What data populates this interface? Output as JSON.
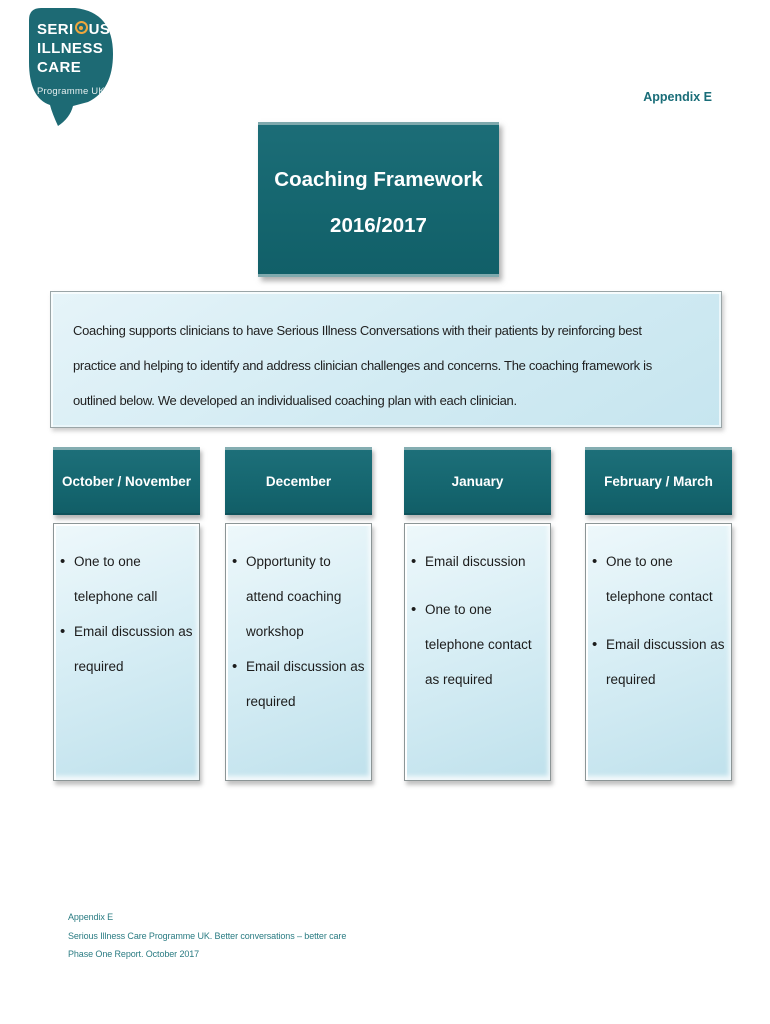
{
  "logo": {
    "serious_pre": "SERI",
    "serious_post": "US",
    "line2": "ILLNESS",
    "line3": "CARE",
    "tagline": "Programme UK"
  },
  "header": {
    "appendix_label": "Appendix E"
  },
  "title": {
    "line1": "Coaching Framework",
    "line2": "2016/2017"
  },
  "intro": {
    "lines": [
      "Coaching supports clinicians to have Serious Illness Conversations with their patients by reinforcing best",
      "practice and helping to identify and address clinician challenges and concerns.  The coaching framework is",
      "outlined below. We developed an individualised coaching plan with each clinician."
    ]
  },
  "columns": [
    {
      "header": "October / November",
      "items": [
        "One to one telephone call",
        "Email discussion as required"
      ]
    },
    {
      "header": "December",
      "items": [
        "Opportunity to attend coaching workshop",
        "Email discussion as required"
      ]
    },
    {
      "header": "January",
      "items": [
        "Email discussion",
        "One to one telephone contact as required"
      ]
    },
    {
      "header": "February / March",
      "items": [
        "One to one telephone contact",
        "Email discussion as required"
      ]
    }
  ],
  "footer": {
    "line1": "Appendix E",
    "line2": "Serious Illness Care Programme UK. Better conversations – better care",
    "line3": "Phase One Report. October 2017"
  },
  "colors": {
    "brand_teal": "#15666f",
    "footer_teal": "#2b7c83",
    "logo_orange": "#efa73e",
    "panel_blue_light": "#eef8fb",
    "panel_blue_dark": "#bfe1ec"
  }
}
